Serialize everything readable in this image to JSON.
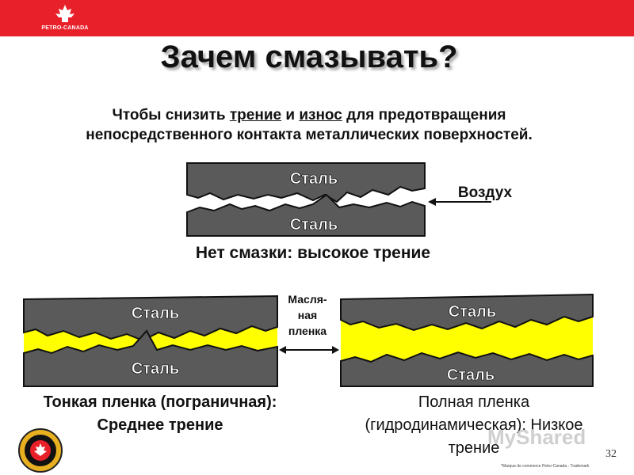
{
  "header": {
    "logo_text": "PETRO-CANADA",
    "brand_color": "#e8202a"
  },
  "title": "Зачем смазывать?",
  "intro": {
    "part1": "Чтобы снизить ",
    "word1": "трение",
    "part2": " и ",
    "word2": "износ",
    "part3": " для предотвращения",
    "line2": "непосредственного контакта металлических поверхностей."
  },
  "diagrams": {
    "steel_label": "Сталь",
    "air_label": "Воздух",
    "oil_film_label": [
      "Масля-",
      "ная",
      "пленка"
    ],
    "steel_color": "#5a5a5a",
    "oil_color": "#ffff00"
  },
  "captions": {
    "no_lube": "Нет смазки: высокое трение",
    "thin_film": [
      "Тонкая пленка (пограничная):",
      "Среднее трение"
    ],
    "full_film": [
      "Полная пленка",
      "(гидродинамическая): Низкое",
      "трение"
    ]
  },
  "watermark": "MyShared",
  "trademark_note": "*Marque de commerce Petro-Canada - Trademark",
  "page_number": "32"
}
